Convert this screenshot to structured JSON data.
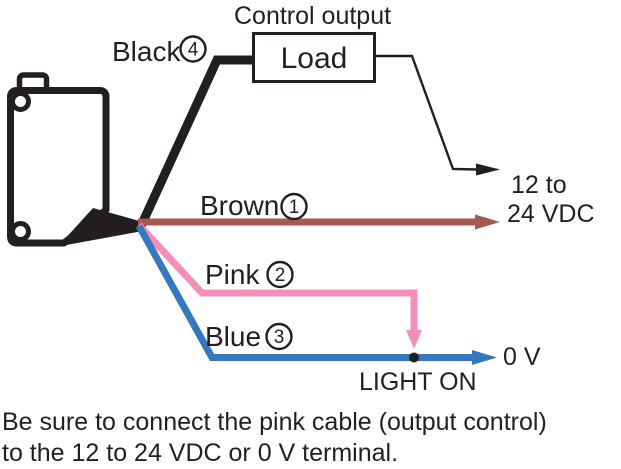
{
  "diagram": {
    "control_output_label": "Control output",
    "load_label": "Load",
    "wires": {
      "black": {
        "label": "Black",
        "circled_number": "4"
      },
      "brown": {
        "label": "Brown",
        "circled_number": "1"
      },
      "pink": {
        "label": "Pink",
        "circled_number": "2"
      },
      "blue": {
        "label": "Blue",
        "circled_number": "3"
      }
    },
    "terminals": {
      "vdc_line1": "12 to",
      "vdc_line2": "24 VDC",
      "zero_v": "0 V"
    },
    "light_on_label": "LIGHT ON",
    "colors": {
      "black": "#231F20",
      "brown": "#A55A50",
      "pink": "#F48FBB",
      "blue": "#3578BE"
    }
  },
  "note": {
    "line1": "Be sure to connect the pink cable (output control)",
    "line2": "to the 12 to 24 VDC or 0 V terminal."
  }
}
